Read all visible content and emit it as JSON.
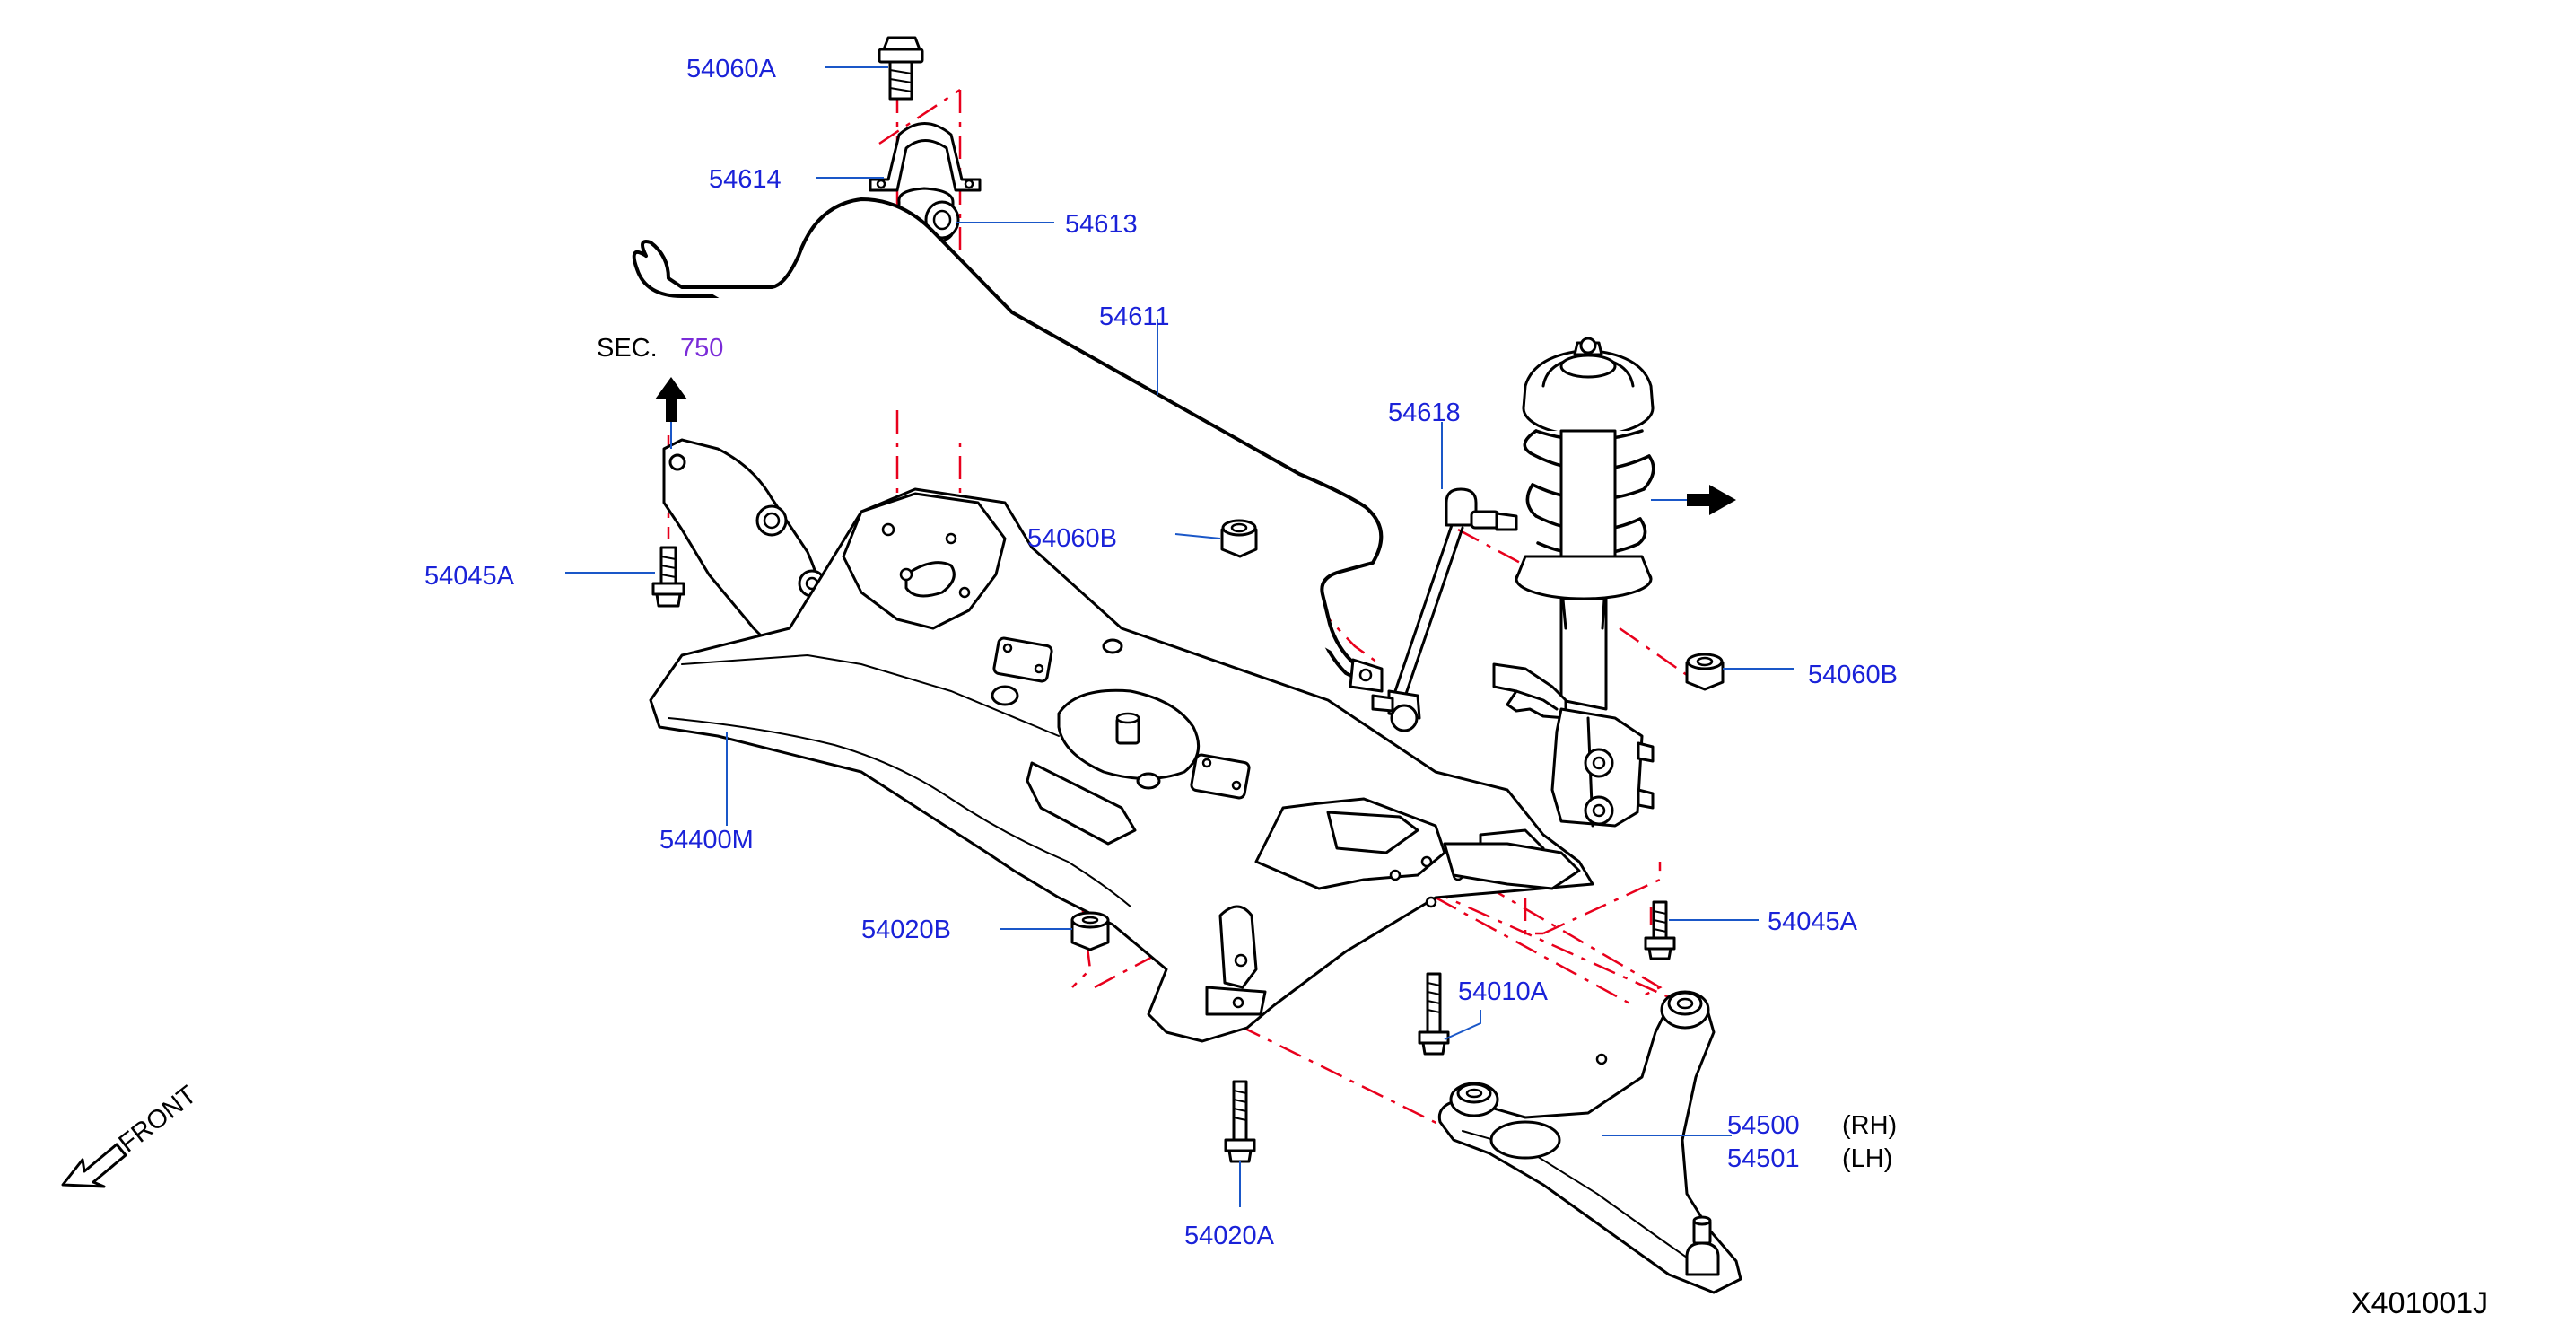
{
  "diagram": {
    "drawing_code": "X401001J",
    "front_label": "FRONT",
    "section_ref": {
      "prefix": "SEC.",
      "number": "750"
    },
    "labels": {
      "p54060A": "54060A",
      "p54614": "54614",
      "p54613": "54613",
      "p54611": "54611",
      "p54618": "54618",
      "p54060B_a": "54060B",
      "p54060B_b": "54060B",
      "p54045A_a": "54045A",
      "p54045A_b": "54045A",
      "p54400M": "54400M",
      "p54020B": "54020B",
      "p54010A": "54010A",
      "p54500": "54500",
      "p54500_side": "(RH)",
      "p54501": "54501",
      "p54501_side": "(LH)",
      "p54020A": "54020A"
    },
    "colors": {
      "label_text": "#1a22d8",
      "leader_line": "#1a57c8",
      "center_line": "#e8001c",
      "section_number": "#7a2bd8",
      "part_outline": "#000000"
    }
  }
}
